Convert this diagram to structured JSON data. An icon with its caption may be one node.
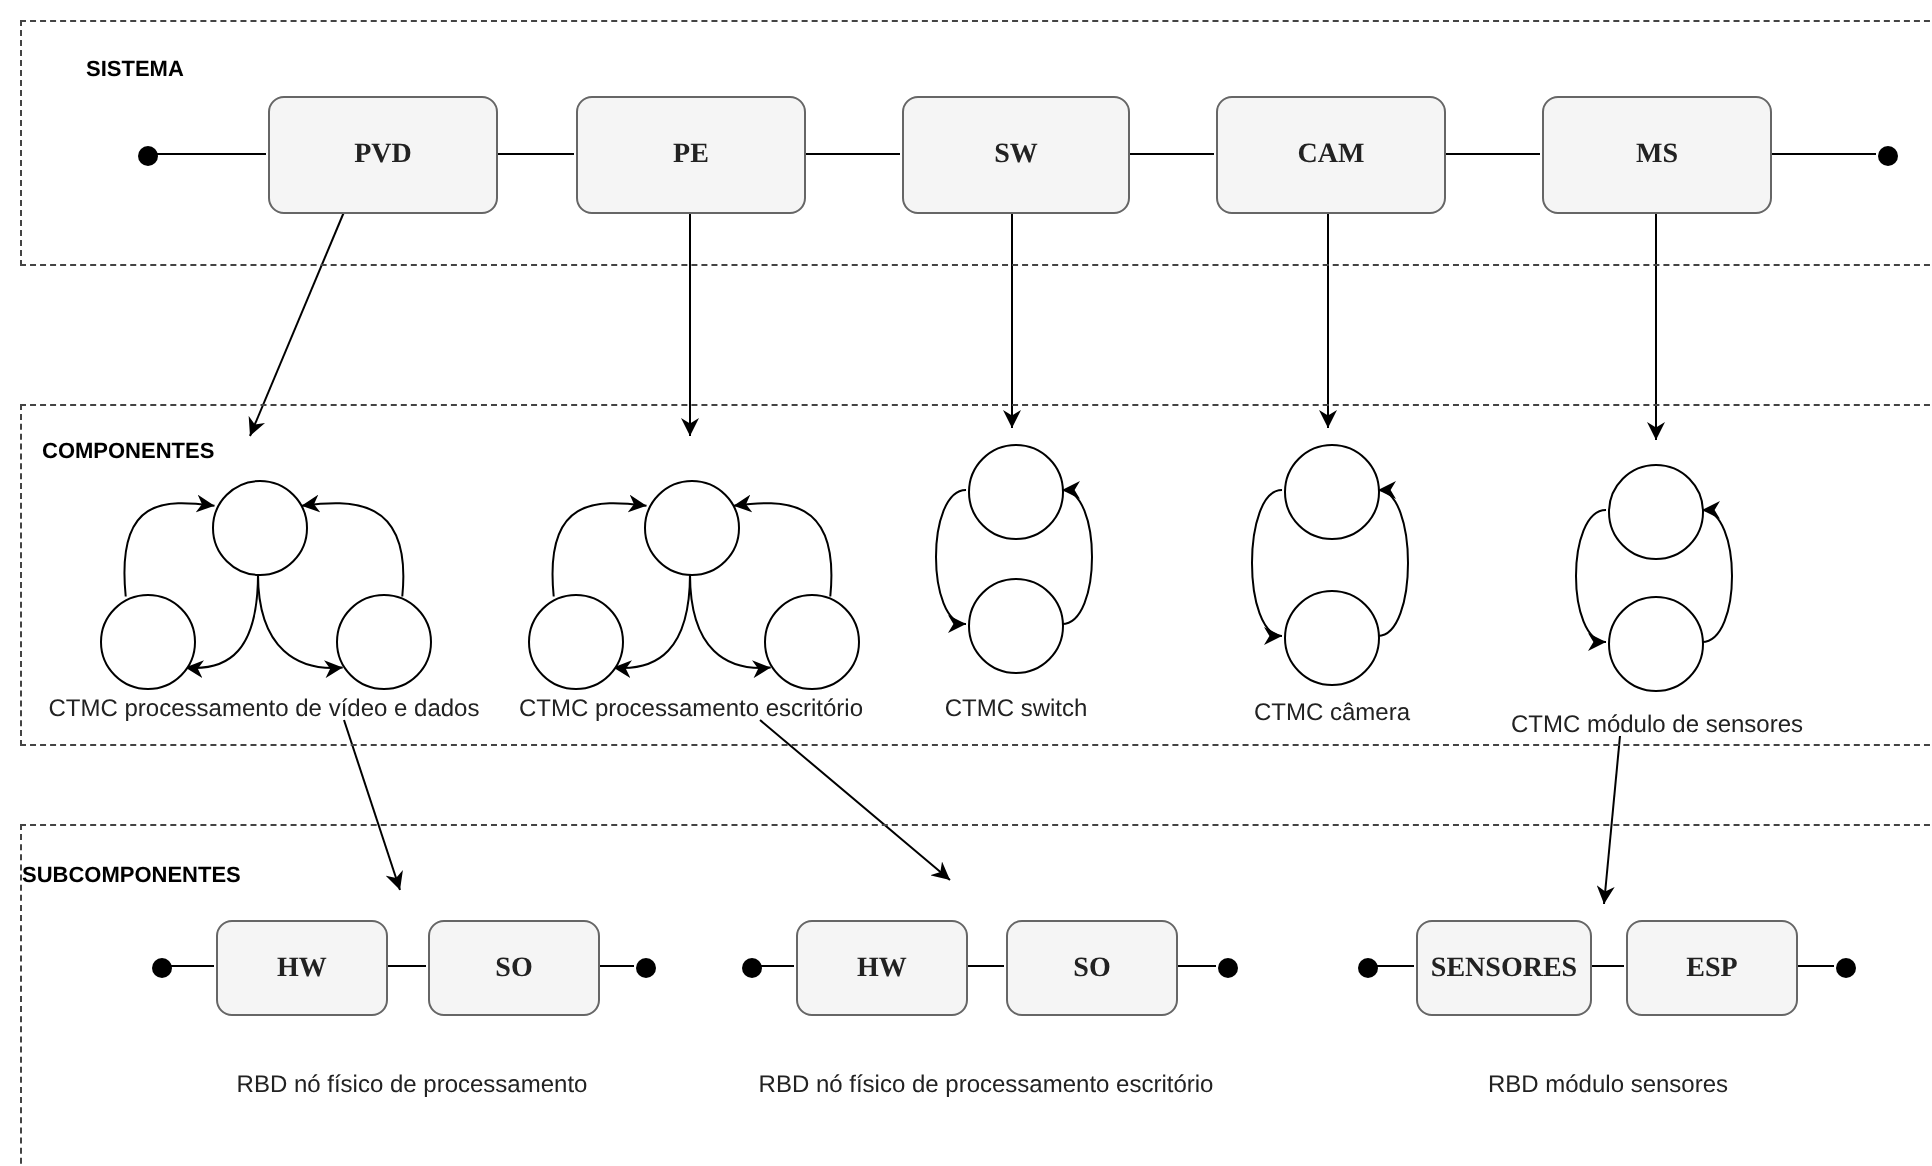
{
  "diagram": {
    "nodes": [
      {
        "text": [
          "SISTEMA"
        ]
      },
      {
        "text": [],
        "shape": "dot",
        "in": 0
      },
      {
        "text": [
          "PVD"
        ],
        "in": 0
      },
      {
        "text": [
          "PE"
        ],
        "in": 0
      },
      {
        "text": [
          "SW"
        ],
        "in": 0
      },
      {
        "text": [
          "CAM"
        ],
        "in": 0
      },
      {
        "text": [
          "MS"
        ],
        "in": 0
      },
      {
        "text": [],
        "shape": "dot",
        "in": 0
      },
      {
        "text": [
          "COMPONENTES"
        ]
      },
      {
        "text": [
          "CTMC processamento de vídeo e dados"
        ],
        "in": 8
      },
      {
        "text": [],
        "shape": "circle",
        "in": 9
      },
      {
        "text": [],
        "shape": "circle",
        "in": 9
      },
      {
        "text": [],
        "shape": "circle",
        "in": 9
      },
      {
        "text": [
          "CTMC processamento escritório"
        ],
        "in": 8
      },
      {
        "text": [],
        "shape": "circle",
        "in": 13
      },
      {
        "text": [],
        "shape": "circle",
        "in": 13
      },
      {
        "text": [],
        "shape": "circle",
        "in": 13
      },
      {
        "text": [
          "CTMC switch"
        ],
        "in": 8
      },
      {
        "text": [],
        "shape": "circle",
        "in": 17
      },
      {
        "text": [],
        "shape": "circle",
        "in": 17
      },
      {
        "text": [
          "CTMC câmera"
        ],
        "in": 8
      },
      {
        "text": [],
        "shape": "circle",
        "in": 20
      },
      {
        "text": [],
        "shape": "circle",
        "in": 20
      },
      {
        "text": [
          "CTMC módulo de sensores"
        ],
        "in": 8
      },
      {
        "text": [],
        "shape": "circle",
        "in": 23
      },
      {
        "text": [],
        "shape": "circle",
        "in": 23
      },
      {
        "text": [
          "SUBCOMPONENTES"
        ]
      },
      {
        "text": [
          "RBD nó físico de processamento"
        ],
        "in": 26
      },
      {
        "text": [],
        "shape": "dot",
        "in": 27
      },
      {
        "text": [
          "HW"
        ],
        "in": 27
      },
      {
        "text": [
          "SO"
        ],
        "in": 27
      },
      {
        "text": [],
        "shape": "dot",
        "in": 27
      },
      {
        "text": [
          "RBD nó físico de processamento escritório"
        ],
        "in": 26
      },
      {
        "text": [],
        "shape": "dot",
        "in": 32
      },
      {
        "text": [
          "HW"
        ],
        "in": 32
      },
      {
        "text": [
          "SO"
        ],
        "in": 32
      },
      {
        "text": [],
        "shape": "dot",
        "in": 32
      },
      {
        "text": [
          "RBD módulo sensores"
        ],
        "in": 26
      },
      {
        "text": [],
        "shape": "dot",
        "in": 37
      },
      {
        "text": [
          "SENSORES"
        ],
        "in": 37
      },
      {
        "text": [
          "ESP"
        ],
        "in": 37
      },
      {
        "text": [],
        "shape": "dot",
        "in": 37
      }
    ],
    "edges": [
      {
        "from": 1,
        "to": 2,
        "arrow": "none"
      },
      {
        "from": 2,
        "to": 3,
        "arrow": "none"
      },
      {
        "from": 3,
        "to": 4,
        "arrow": "none"
      },
      {
        "from": 4,
        "to": 5,
        "arrow": "none"
      },
      {
        "from": 5,
        "to": 6,
        "arrow": "none"
      },
      {
        "from": 6,
        "to": 7,
        "arrow": "none"
      },
      {
        "from": 2,
        "to": 9,
        "arrow": "to"
      },
      {
        "from": 3,
        "to": 13,
        "arrow": "to"
      },
      {
        "from": 4,
        "to": 17,
        "arrow": "to"
      },
      {
        "from": 5,
        "to": 20,
        "arrow": "to"
      },
      {
        "from": 6,
        "to": 23,
        "arrow": "to"
      },
      {
        "from": 11,
        "to": 10,
        "arrow": "to"
      },
      {
        "from": 12,
        "to": 10,
        "arrow": "to"
      },
      {
        "from": 10,
        "to": 11,
        "arrow": "to"
      },
      {
        "from": 10,
        "to": 12,
        "arrow": "to"
      },
      {
        "from": 15,
        "to": 14,
        "arrow": "to"
      },
      {
        "from": 16,
        "to": 14,
        "arrow": "to"
      },
      {
        "from": 14,
        "to": 15,
        "arrow": "to"
      },
      {
        "from": 14,
        "to": 16,
        "arrow": "to"
      },
      {
        "from": 18,
        "to": 19,
        "arrow": "to"
      },
      {
        "from": 19,
        "to": 18,
        "arrow": "to"
      },
      {
        "from": 21,
        "to": 22,
        "arrow": "to"
      },
      {
        "from": 22,
        "to": 21,
        "arrow": "to"
      },
      {
        "from": 24,
        "to": 25,
        "arrow": "to"
      },
      {
        "from": 25,
        "to": 24,
        "arrow": "to"
      },
      {
        "from": 28,
        "to": 29,
        "arrow": "none"
      },
      {
        "from": 29,
        "to": 30,
        "arrow": "none"
      },
      {
        "from": 30,
        "to": 31,
        "arrow": "none"
      },
      {
        "from": 33,
        "to": 34,
        "arrow": "none"
      },
      {
        "from": 34,
        "to": 35,
        "arrow": "none"
      },
      {
        "from": 35,
        "to": 36,
        "arrow": "none"
      },
      {
        "from": 38,
        "to": 39,
        "arrow": "none"
      },
      {
        "from": 39,
        "to": 40,
        "arrow": "none"
      },
      {
        "from": 40,
        "to": 41,
        "arrow": "none"
      },
      {
        "from": 9,
        "to": 27,
        "arrow": "to"
      },
      {
        "from": 13,
        "to": 32,
        "arrow": "to"
      },
      {
        "from": 23,
        "to": 37,
        "arrow": "to"
      }
    ]
  }
}
